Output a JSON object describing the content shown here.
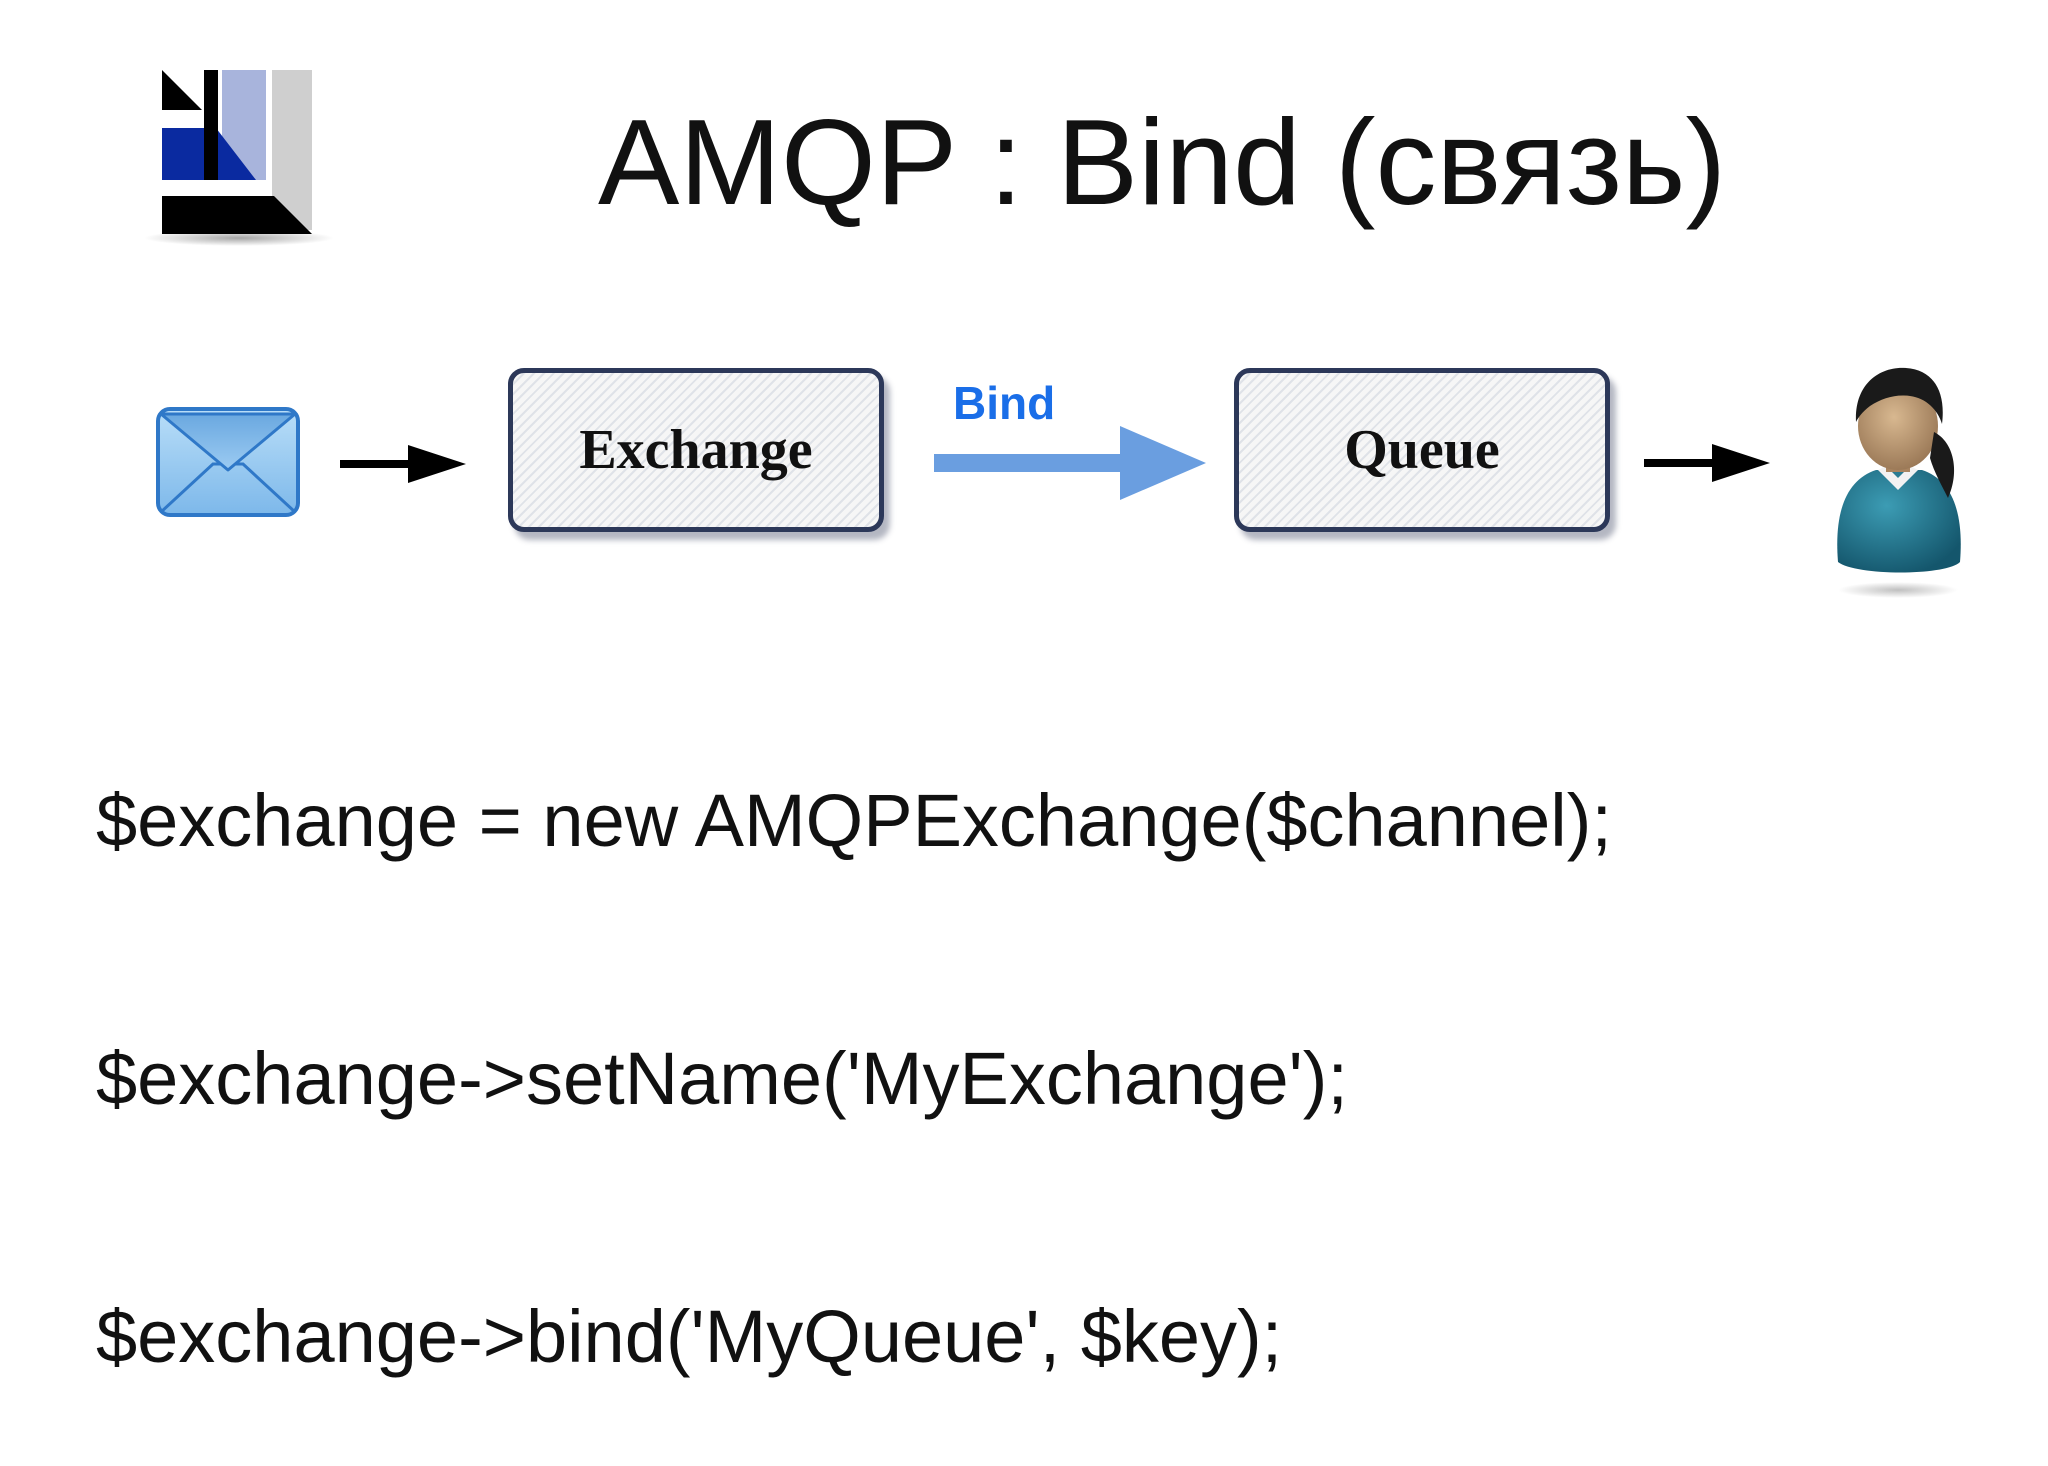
{
  "slide": {
    "title": "AMQP : Bind (связь)"
  },
  "diagram": {
    "nodes": [
      {
        "id": "exchange",
        "label": "Exchange"
      },
      {
        "id": "queue",
        "label": "Queue"
      }
    ],
    "edge": {
      "from": "exchange",
      "to": "queue",
      "label": "Bind",
      "color": "#1a6ee8"
    },
    "icons": {
      "logo": "company-logo",
      "message": "envelope-icon",
      "consumer": "user-person-icon"
    },
    "colors": {
      "node_border": "#2c3859",
      "bind_arrow": "#6a9ee0",
      "envelope": "#8cc4ef"
    }
  },
  "code": {
    "lines": [
      "$exchange = new AMQPExchange($channel);",
      "$exchange->setName('MyExchange');",
      "$exchange->bind('MyQueue', $key);"
    ]
  }
}
